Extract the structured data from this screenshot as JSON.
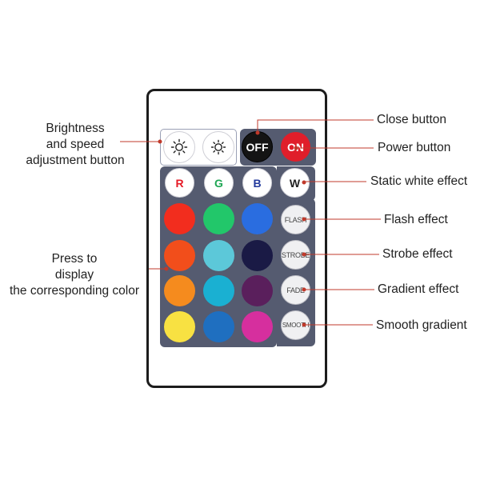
{
  "labels": {
    "brightness": [
      "Brightness",
      "and speed",
      "adjustment button"
    ],
    "press": [
      "Press to",
      "display",
      "the corresponding color"
    ],
    "close": "Close button",
    "power": "Power button",
    "white": "Static white effect",
    "flash": "Flash effect",
    "strobe": "Strobe effect",
    "gradient": "Gradient effect",
    "smooth": "Smooth gradient"
  },
  "buttons": {
    "off": "OFF",
    "on": "ON",
    "r": "R",
    "g": "G",
    "b": "B",
    "w": "W",
    "flash": "FLASH",
    "strobe": "STROBE",
    "fade": "FADE",
    "smooth": "SMOOTH"
  },
  "colors": {
    "line": "#c0392b",
    "panel": "#555b70",
    "remote_border": "#1c1c1c",
    "r": "#e61a26",
    "g": "#1fa654",
    "b": "#233a9c",
    "grid": [
      [
        "#f22d1e",
        "#22c76a",
        "#2a6de0"
      ],
      [
        "#f24e1b",
        "#5cc8d9",
        "#1a1a45"
      ],
      [
        "#f58b1e",
        "#1ab0d2",
        "#5a1f5c"
      ],
      [
        "#f8e142",
        "#1f6fc0",
        "#d62f9e"
      ]
    ]
  },
  "icons": {
    "brightness_up": "sun-outline-icon",
    "brightness_down": "sun-outline-icon"
  }
}
